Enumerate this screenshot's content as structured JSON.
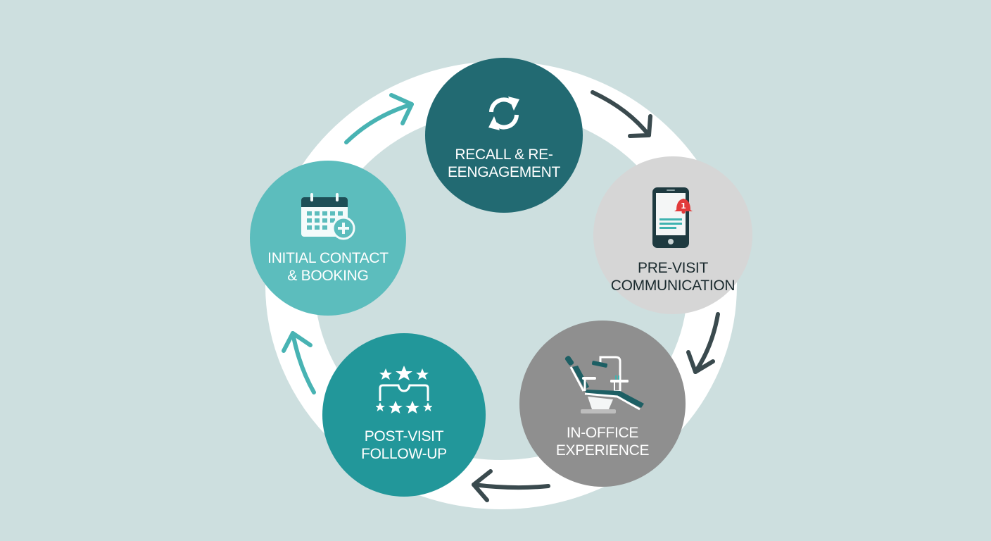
{
  "diagram": {
    "title": "Patient journey cycle",
    "colors": {
      "background": "#cddfdf",
      "ring": "#ffffff",
      "teal_dark": "#226a72",
      "teal_mid": "#22979a",
      "teal_light": "#5cbdbd",
      "gray_light": "#d6d6d6",
      "gray_mid": "#8f8f8f",
      "arrow_dark": "#3a4a4e",
      "arrow_teal": "#48b3b3",
      "alert_red": "#e23b3b"
    },
    "stages": [
      {
        "id": "recall",
        "label": "Recall & Re-\nEengagement",
        "icon": "refresh-icon"
      },
      {
        "id": "previsit",
        "label": "Pre-Visit\nCommunication",
        "icon": "smartphone-notification-icon",
        "badge": "1"
      },
      {
        "id": "inoffice",
        "label": "In-Office\nExperience",
        "icon": "dental-chair-icon"
      },
      {
        "id": "post",
        "label": "Post-Visit\nFollow-Up",
        "icon": "review-stars-icon"
      },
      {
        "id": "initial",
        "label": "Initial Contact\n& Booking",
        "icon": "calendar-add-icon"
      }
    ],
    "connections": [
      {
        "from": "initial",
        "to": "recall",
        "style": "teal"
      },
      {
        "from": "recall",
        "to": "previsit",
        "style": "dark"
      },
      {
        "from": "previsit",
        "to": "inoffice",
        "style": "dark"
      },
      {
        "from": "inoffice",
        "to": "post",
        "style": "dark"
      },
      {
        "from": "post",
        "to": "initial",
        "style": "teal"
      }
    ]
  }
}
